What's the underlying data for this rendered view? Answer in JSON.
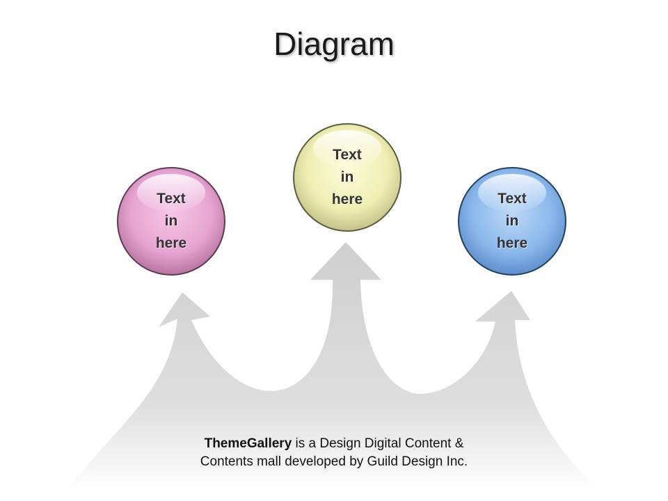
{
  "title": "Diagram",
  "orbs": [
    {
      "label_lines": [
        "Text",
        "in",
        "here"
      ],
      "color": "#e7a4d2"
    },
    {
      "label_lines": [
        "Text",
        "in",
        "here"
      ],
      "color": "#efefb4"
    },
    {
      "label_lines": [
        "Text",
        "in",
        "here"
      ],
      "color": "#8ab8ec"
    }
  ],
  "footer": {
    "brand": "ThemeGallery",
    "line1_rest": " is a Design Digital Content &",
    "line2": "Contents mall developed by Guild Design Inc."
  },
  "colors": {
    "arrow": "#d0d0d0",
    "background": "#ffffff"
  }
}
